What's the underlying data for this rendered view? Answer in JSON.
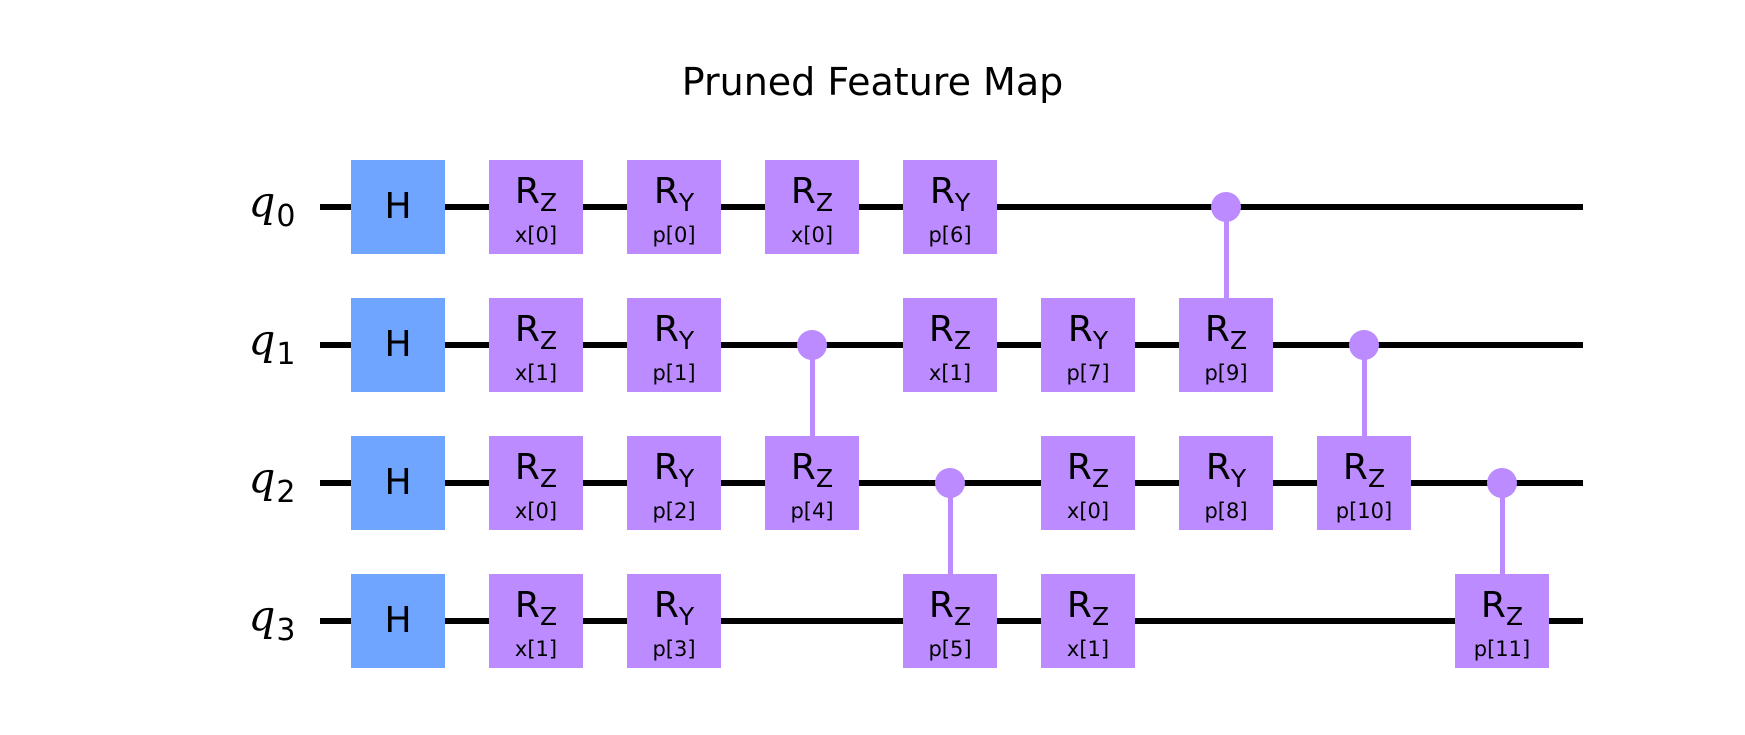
{
  "title": "Pruned Feature Map",
  "colors": {
    "h_gate": "#6fa4ff",
    "r_gate": "#bb8bff",
    "wire": "#000000"
  },
  "qubits": [
    {
      "name": "q",
      "index": "0"
    },
    {
      "name": "q",
      "index": "1"
    },
    {
      "name": "q",
      "index": "2"
    },
    {
      "name": "q",
      "index": "3"
    }
  ],
  "gates": [
    {
      "type": "H",
      "label": "H",
      "sub": "",
      "param": "",
      "qubit": 0,
      "column": 0
    },
    {
      "type": "H",
      "label": "H",
      "sub": "",
      "param": "",
      "qubit": 1,
      "column": 0
    },
    {
      "type": "H",
      "label": "H",
      "sub": "",
      "param": "",
      "qubit": 2,
      "column": 0
    },
    {
      "type": "H",
      "label": "H",
      "sub": "",
      "param": "",
      "qubit": 3,
      "column": 0
    },
    {
      "type": "R",
      "label": "R",
      "sub": "Z",
      "param": "x[0]",
      "qubit": 0,
      "column": 1
    },
    {
      "type": "R",
      "label": "R",
      "sub": "Z",
      "param": "x[1]",
      "qubit": 1,
      "column": 1
    },
    {
      "type": "R",
      "label": "R",
      "sub": "Z",
      "param": "x[0]",
      "qubit": 2,
      "column": 1
    },
    {
      "type": "R",
      "label": "R",
      "sub": "Z",
      "param": "x[1]",
      "qubit": 3,
      "column": 1
    },
    {
      "type": "R",
      "label": "R",
      "sub": "Y",
      "param": "p[0]",
      "qubit": 0,
      "column": 2
    },
    {
      "type": "R",
      "label": "R",
      "sub": "Y",
      "param": "p[1]",
      "qubit": 1,
      "column": 2
    },
    {
      "type": "R",
      "label": "R",
      "sub": "Y",
      "param": "p[2]",
      "qubit": 2,
      "column": 2
    },
    {
      "type": "R",
      "label": "R",
      "sub": "Y",
      "param": "p[3]",
      "qubit": 3,
      "column": 2
    },
    {
      "type": "R",
      "label": "R",
      "sub": "Z",
      "param": "x[0]",
      "qubit": 0,
      "column": 3
    },
    {
      "type": "CR",
      "label": "R",
      "sub": "Z",
      "param": "p[4]",
      "qubit": 2,
      "control": 1,
      "column": 3
    },
    {
      "type": "R",
      "label": "R",
      "sub": "Y",
      "param": "p[6]",
      "qubit": 0,
      "column": 4
    },
    {
      "type": "R",
      "label": "R",
      "sub": "Z",
      "param": "x[1]",
      "qubit": 1,
      "column": 4
    },
    {
      "type": "CR",
      "label": "R",
      "sub": "Z",
      "param": "p[5]",
      "qubit": 3,
      "control": 2,
      "column": 4
    },
    {
      "type": "R",
      "label": "R",
      "sub": "Y",
      "param": "p[7]",
      "qubit": 1,
      "column": 5
    },
    {
      "type": "R",
      "label": "R",
      "sub": "Z",
      "param": "x[0]",
      "qubit": 2,
      "column": 5
    },
    {
      "type": "R",
      "label": "R",
      "sub": "Z",
      "param": "x[1]",
      "qubit": 3,
      "column": 5
    },
    {
      "type": "CR",
      "label": "R",
      "sub": "Z",
      "param": "p[9]",
      "qubit": 1,
      "control": 0,
      "column": 6
    },
    {
      "type": "R",
      "label": "R",
      "sub": "Y",
      "param": "p[8]",
      "qubit": 2,
      "column": 6
    },
    {
      "type": "CR",
      "label": "R",
      "sub": "Z",
      "param": "p[10]",
      "qubit": 2,
      "control": 1,
      "column": 7
    },
    {
      "type": "CR",
      "label": "R",
      "sub": "Z",
      "param": "p[11]",
      "qubit": 3,
      "control": 2,
      "column": 8
    }
  ]
}
